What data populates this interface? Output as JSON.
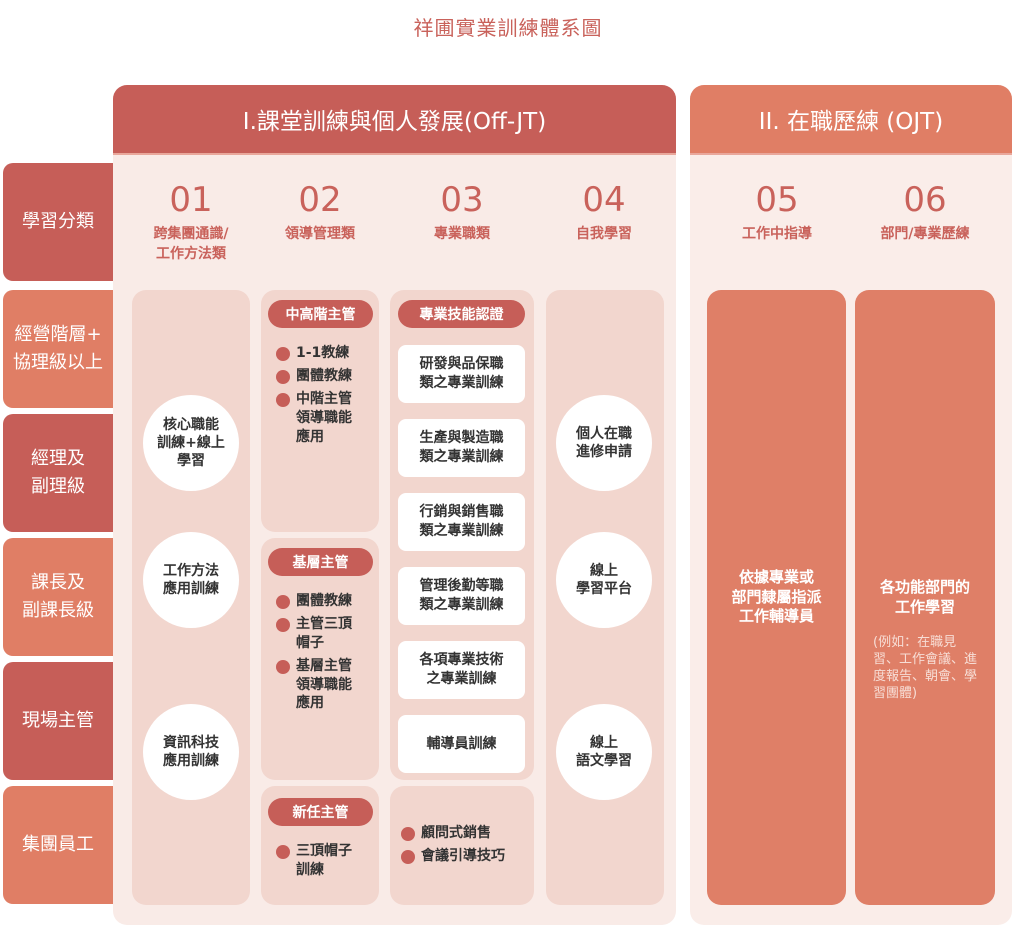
{
  "title": "祥圃實業訓練體系圖",
  "sections": {
    "offjt": "I.課堂訓練與個人發展(Off-JT)",
    "ojt": "II. 在職歷練 (OJT)"
  },
  "rows": [
    "學習分類",
    "經營階層+\n協理級以上",
    "經理及\n副理級",
    "課長及\n副課長級",
    "現場主管",
    "集團員工"
  ],
  "columns": [
    {
      "num": "01",
      "label": "跨集團通識/\n工作方法類"
    },
    {
      "num": "02",
      "label": "領導管理類"
    },
    {
      "num": "03",
      "label": "專業職類"
    },
    {
      "num": "04",
      "label": "自我學習"
    },
    {
      "num": "05",
      "label": "工作中指導"
    },
    {
      "num": "06",
      "label": "部門/專業歷練"
    }
  ],
  "col1": [
    "核心職能\n訓練+線上\n學習",
    "工作方法\n應用訓練",
    "資訊科技\n應用訓練"
  ],
  "col2": [
    {
      "title": "中高階主管",
      "items": [
        "1-1教練",
        "團體教練",
        "中階主管\n領導職能\n應用"
      ]
    },
    {
      "title": "基層主管",
      "items": [
        "團體教練",
        "主管三頂\n帽子",
        "基層主管\n領導職能\n應用"
      ]
    },
    {
      "title": "新任主管",
      "items": [
        "三頂帽子\n訓練"
      ]
    }
  ],
  "col3": {
    "title": "專業技能認證",
    "boxes": [
      "研發與品保職\n類之專業訓練",
      "生產與製造職\n類之專業訓練",
      "行銷與銷售職\n類之專業訓練",
      "管理後勤等職\n類之專業訓練",
      "各項專業技術\n之專業訓練",
      "輔導員訓練"
    ],
    "items": [
      "顧問式銷售",
      "會議引導技巧"
    ]
  },
  "col4": [
    "個人在職\n進修申請",
    "線上\n學習平台",
    "線上\n語文學習"
  ],
  "col5": "依據專業或\n部門隸屬指派\n工作輔導員",
  "col6": {
    "main": "各功能部門的\n工作學習",
    "sub": "(例如：在職見習、工作會議、進度報告、朝會、學習團體)"
  },
  "colors": {
    "dark": "#c65e58",
    "orange": "#e07e65",
    "light": "#f9ebe7",
    "card": "#f2d6ce"
  }
}
